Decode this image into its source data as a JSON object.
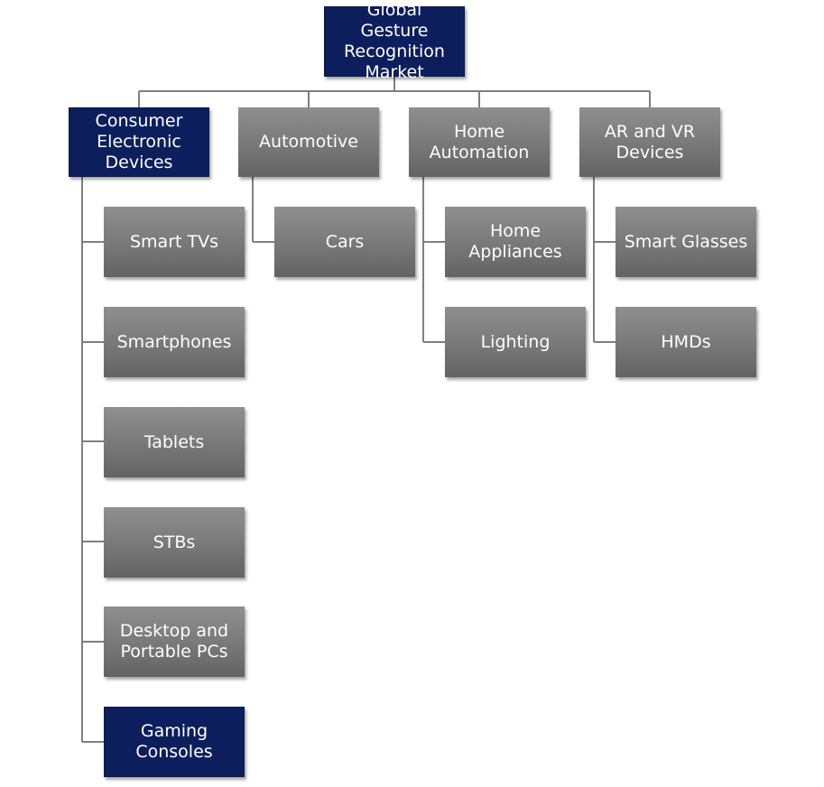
{
  "root": {
    "label": "Global Gesture\nRecognition\nMarket"
  },
  "categories": [
    {
      "label": "Consumer\nElectronic\nDevices",
      "items": [
        {
          "label": "Smart TVs"
        },
        {
          "label": "Smartphones"
        },
        {
          "label": "Tablets"
        },
        {
          "label": "STBs"
        },
        {
          "label": "Desktop and\nPortable PCs"
        },
        {
          "label": "Gaming\nConsoles"
        }
      ]
    },
    {
      "label": "Automotive",
      "items": [
        {
          "label": "Cars"
        }
      ]
    },
    {
      "label": "Home\nAutomation",
      "items": [
        {
          "label": "Home\nAppliances"
        },
        {
          "label": "Lighting"
        }
      ]
    },
    {
      "label": "AR and VR\nDevices",
      "items": [
        {
          "label": "Smart Glasses"
        },
        {
          "label": "HMDs"
        }
      ]
    }
  ],
  "colors": {
    "highlight_box": "#0c1f5c",
    "default_box": "#7a7a7a",
    "connector": "#7f7f7f",
    "text": "#ffffff"
  }
}
